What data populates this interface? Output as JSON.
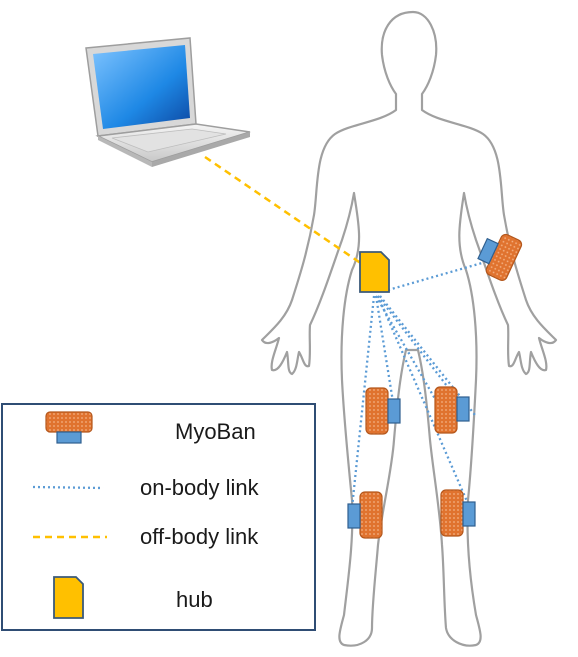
{
  "legend": {
    "myoban_label": "MyoBan",
    "onbody_label": "on-body link",
    "offbody_label": "off-body link",
    "hub_label": "hub"
  },
  "colors": {
    "body_outline": "#9a9a9a",
    "hub_fill": "#ffc000",
    "hub_stroke": "#3b5a7a",
    "sensor_orange": "#e0732f",
    "sensor_blue": "#5b9bd5",
    "onbody_link": "#5b9bd5",
    "offbody_link": "#ffc000",
    "laptop_screen": "#1e88e5",
    "legend_border": "#2f4d74"
  },
  "icons": {
    "laptop": "laptop-icon",
    "hub": "hub-icon",
    "sensor": "myoban-sensor-icon"
  }
}
